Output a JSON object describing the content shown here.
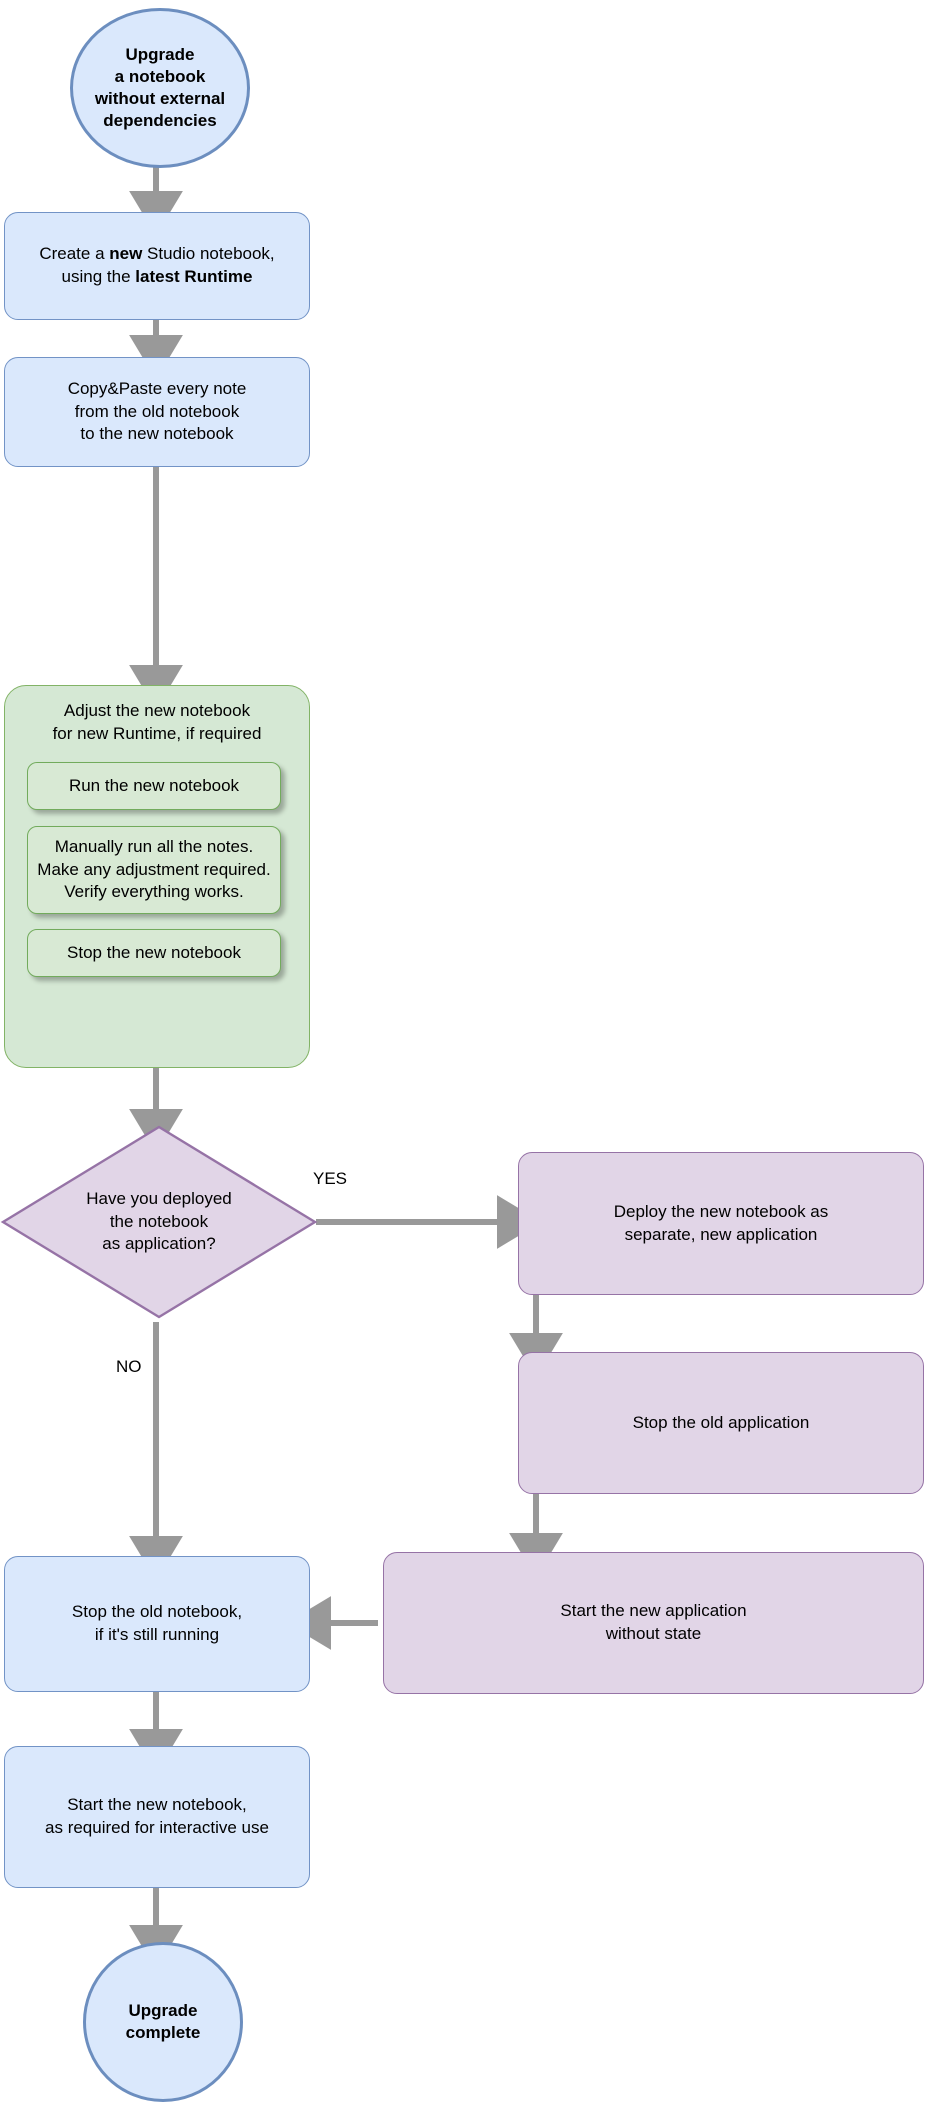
{
  "diagram": {
    "title": "Upgrade a notebook without external dependencies flowchart",
    "colors": {
      "blue_fill": "#dae8fc",
      "blue_stroke": "#6c8ebf",
      "green_fill": "#d5e8d4",
      "green_stroke": "#82b366",
      "purple_fill": "#e1d5e7",
      "purple_stroke": "#9673a6",
      "arrow": "#999999",
      "text": "#000000"
    },
    "nodes": {
      "start": {
        "shape": "circle",
        "line1": "Upgrade",
        "line2": "a notebook",
        "line3": "without external",
        "line4": "dependencies"
      },
      "create_notebook": {
        "shape": "rounded-rect",
        "text_html": "Create a <b>new</b> Studio notebook,<br>using the <b>latest Runtime</b>"
      },
      "copy_paste": {
        "shape": "rounded-rect",
        "line1": "Copy&Paste every note",
        "line2": "from the old notebook",
        "line3": "to the new notebook"
      },
      "adjust_group": {
        "shape": "group",
        "title_line1": "Adjust the new notebook",
        "title_line2": "for new Runtime, if required",
        "children": {
          "run_new_notebook": "Run the new notebook",
          "manual_run": {
            "line1": "Manually run all the notes.",
            "line2": "Make any adjustment required.",
            "line3": "Verify everything works."
          },
          "stop_new_notebook": "Stop the new notebook"
        }
      },
      "decision_deployed": {
        "shape": "diamond",
        "line1": "Have you deployed",
        "line2": "the notebook",
        "line3": "as application?"
      },
      "deploy_separate": {
        "shape": "rounded-rect",
        "line1": "Deploy the new notebook as",
        "line2": "separate, new application"
      },
      "stop_old_application": {
        "shape": "rounded-rect",
        "text": "Stop the old application"
      },
      "start_new_application": {
        "shape": "rounded-rect",
        "line1": "Start the new application",
        "line2": "without state"
      },
      "stop_old_notebook": {
        "shape": "rounded-rect",
        "line1": "Stop the old notebook,",
        "line2": "if it's still running"
      },
      "start_new_notebook": {
        "shape": "rounded-rect",
        "line1": "Start the new notebook,",
        "line2": "as required for interactive use"
      },
      "end": {
        "shape": "circle",
        "line1": "Upgrade",
        "line2": "complete"
      }
    },
    "edge_labels": {
      "yes": "YES",
      "no": "NO"
    }
  }
}
